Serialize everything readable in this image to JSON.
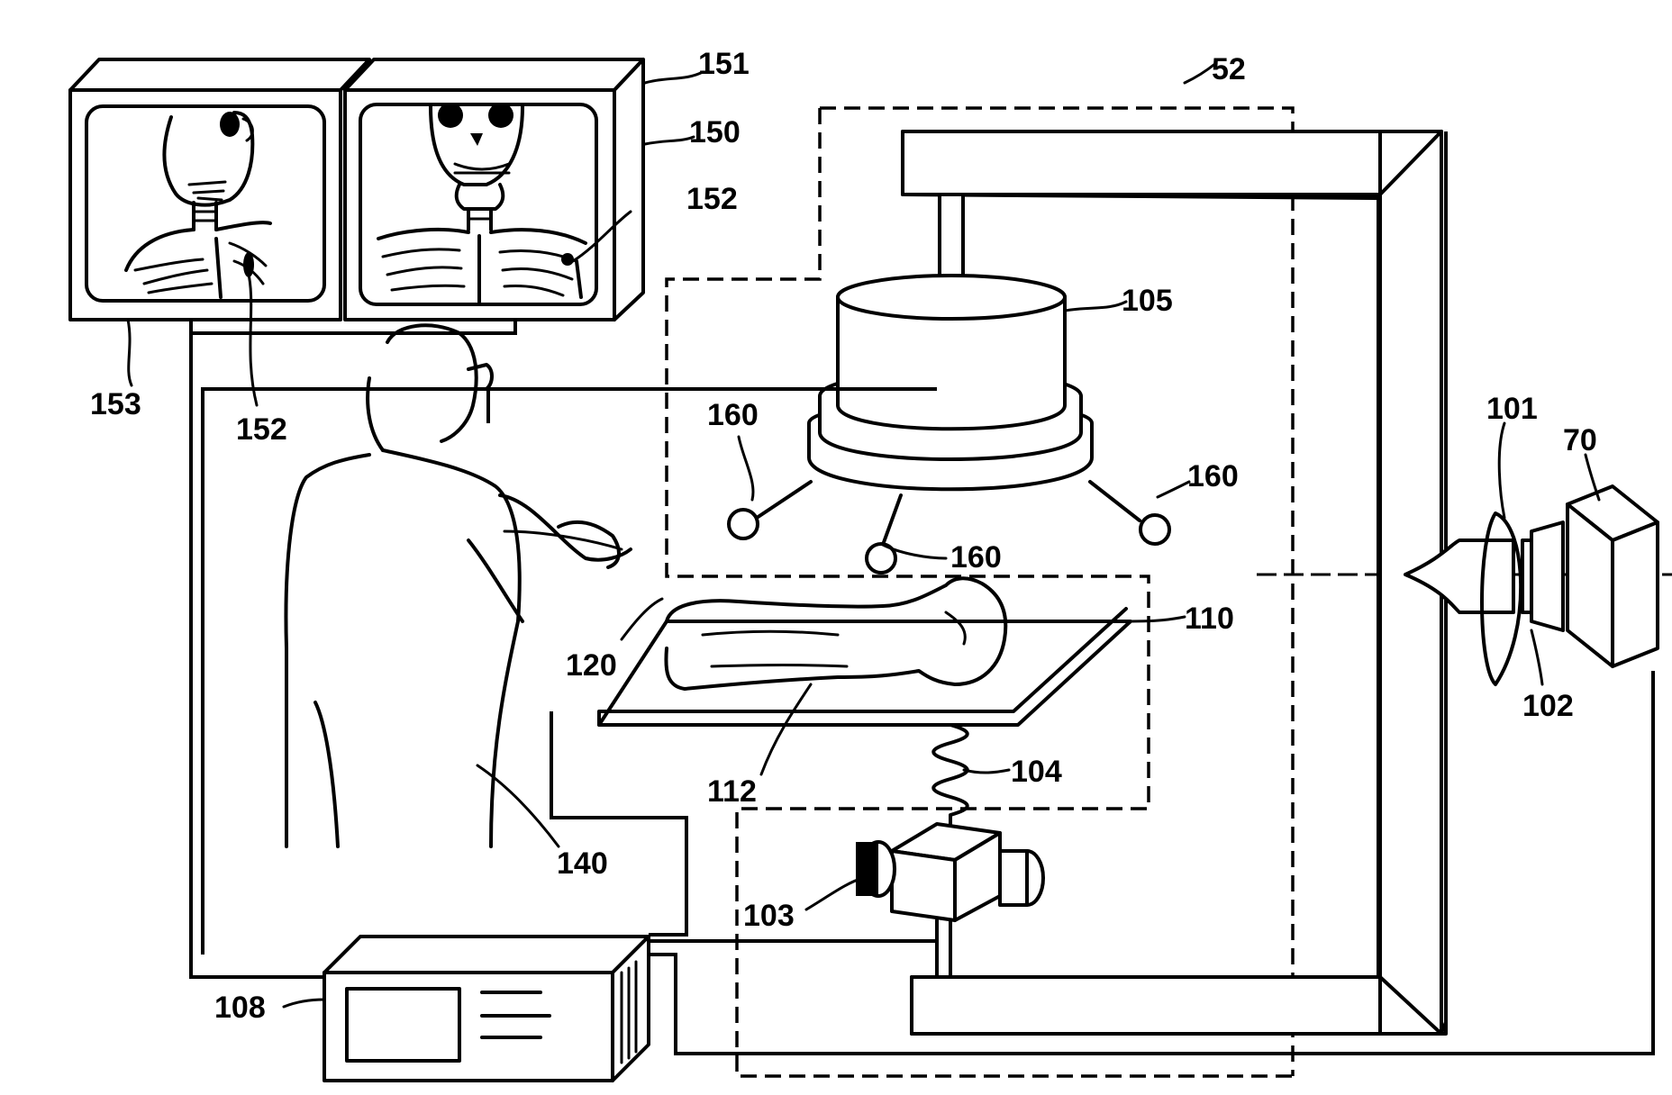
{
  "labels": {
    "l151": "151",
    "l150": "150",
    "l152a": "152",
    "l152b": "152",
    "l153": "153",
    "l52": "52",
    "l105": "105",
    "l160a": "160",
    "l160b": "160",
    "l160c": "160",
    "l101": "101",
    "l70": "70",
    "l102": "102",
    "l110": "110",
    "l120": "120",
    "l112": "112",
    "l104": "104",
    "l140": "140",
    "l103": "103",
    "l108": "108"
  }
}
